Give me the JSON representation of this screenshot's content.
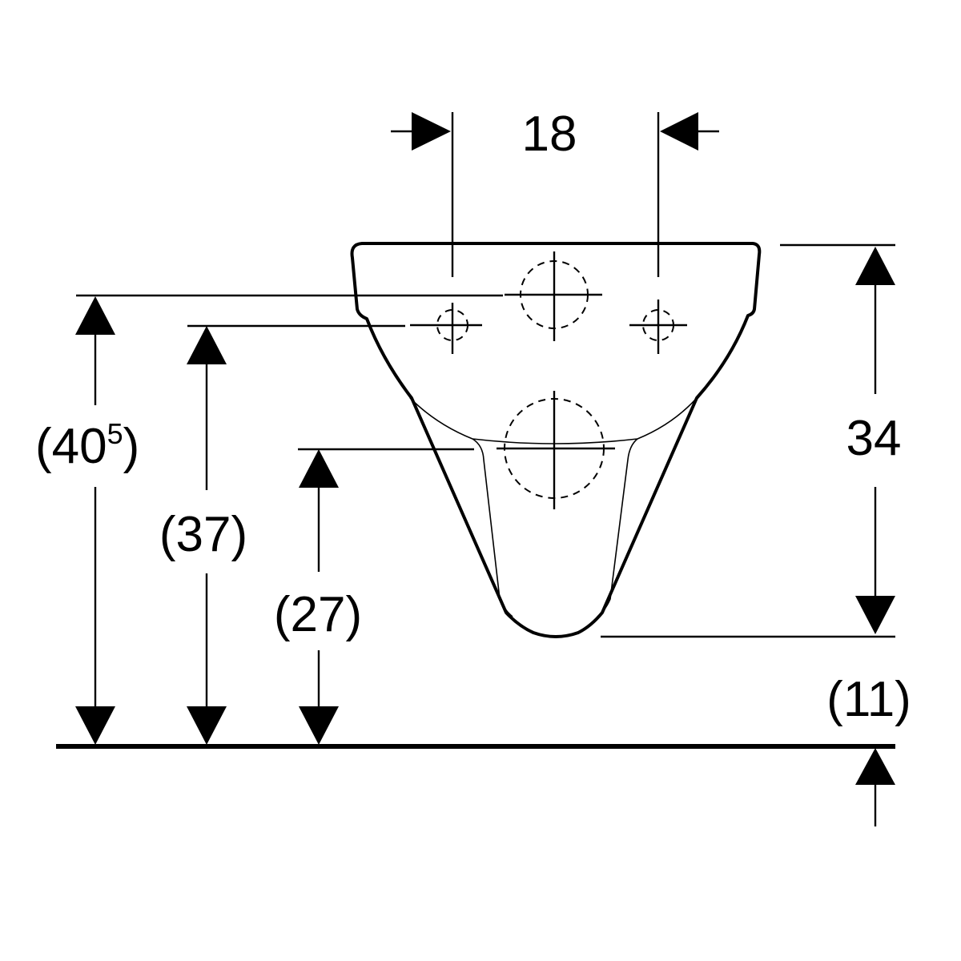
{
  "dimensions": {
    "fixing_hole_spacing": "18",
    "pan_height": "34",
    "floor_clearance": "(11)",
    "height_top_outlet": "(40",
    "height_top_outlet_sup": "5",
    "height_top_outlet_close": ")",
    "height_fixing_holes": "(37)",
    "height_outlet_center": "(27)"
  }
}
